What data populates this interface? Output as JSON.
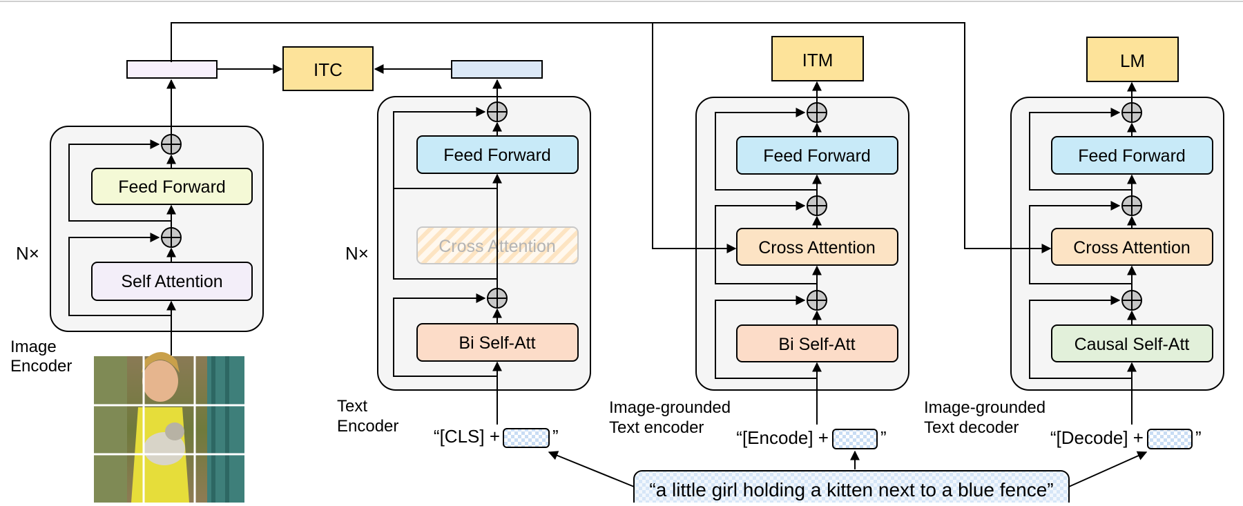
{
  "image_encoder": {
    "repeat_label": "N×",
    "caption_line1": "Image",
    "caption_line2": "Encoder",
    "feed_forward": "Feed Forward",
    "self_attention": "Self Attention"
  },
  "text_encoder": {
    "repeat_label": "N×",
    "caption_line1": "Text",
    "caption_line2": "Encoder",
    "feed_forward": "Feed Forward",
    "cross_attention_disabled": "Cross Attention",
    "bi_self_att": "Bi Self-Att",
    "input_prefix": "“[CLS] +",
    "input_suffix": "”"
  },
  "grounded_encoder": {
    "caption_line1": "Image-grounded",
    "caption_line2": "Text encoder",
    "feed_forward": "Feed Forward",
    "cross_attention": "Cross Attention",
    "bi_self_att": "Bi Self-Att",
    "input_prefix": "“[Encode] +",
    "input_suffix": "”"
  },
  "grounded_decoder": {
    "caption_line1": "Image-grounded",
    "caption_line2": "Text decoder",
    "feed_forward": "Feed Forward",
    "cross_attention": "Cross Attention",
    "causal_self_att": "Causal Self-Att",
    "input_prefix": "“[Decode] +",
    "input_suffix": "”"
  },
  "losses": {
    "itc": "ITC",
    "itm": "ITM",
    "lm": "LM"
  },
  "caption_text": "“a little girl holding a kitten next to a blue fence”",
  "colors": {
    "feed_forward_image": "#f4f9d6",
    "self_attention": "#f3eef9",
    "feed_forward_text": "#c8eaf8",
    "bi_self_att": "#fcdcc8",
    "cross_attention": "#fce3c4",
    "causal_self_att": "#e2f0da",
    "loss": "#fde39a",
    "image_embed": "#f7f0fb",
    "text_embed": "#dbe8f6",
    "block_bg": "#f5f5f5"
  }
}
